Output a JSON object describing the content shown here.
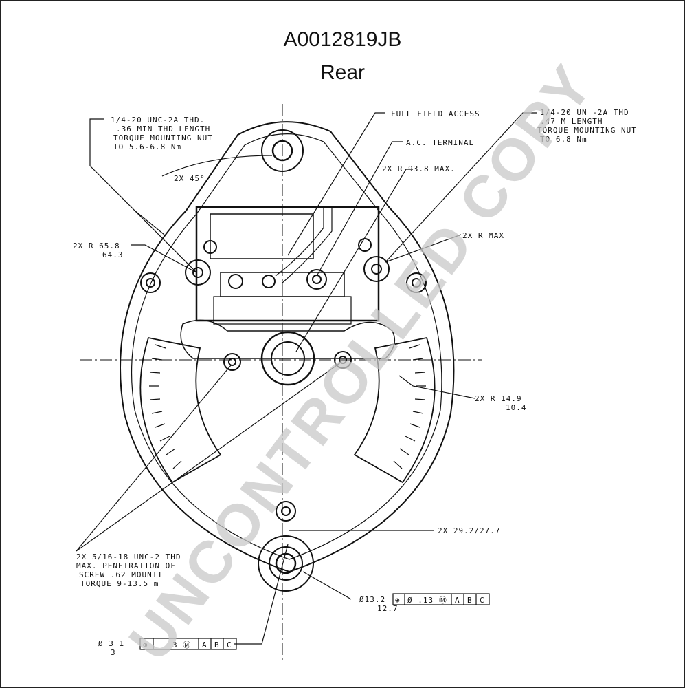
{
  "header": {
    "part_number": "A0012819JB",
    "view": "Rear"
  },
  "labels": {
    "full_field_access": "FULL FIELD ACCESS",
    "ac_terminal": "A.C. TERMINAL",
    "left_thread_1": "1/4-20 UNC-2A THD.",
    "left_thread_2": ".36 MIN THD LENGTH",
    "left_thread_3": "TORQUE MOUNTING NUT",
    "left_thread_4": "TO 5.6-6.8 Nm",
    "right_thread_1": "1/4-20 UN -2A THD",
    "right_thread_2": ".47 M    LENGTH",
    "right_thread_3": "TORQUE MOUNTING NUT",
    "right_thread_4": "TO      6.8 Nm",
    "angle": "2X 45°",
    "radius_max": "2X R 93.8 MAX.",
    "radius_right": "2X R      MAX",
    "radius_left_1": "2X R 65.8",
    "radius_left_2": "64.3",
    "radius_small_1": "2X R 14.9",
    "radius_small_2": "10.4",
    "slot": "2X 29.2/27.7",
    "screw_1": "2X 5/16-18 UNC-2  THD",
    "screw_2": "MAX. PENETRATION OF",
    "screw_3": "SCREW .62 MOUNTI",
    "screw_4": "TORQUE 9-13.5  m",
    "bore_1": "Ø13.2",
    "bore_2": "12.7",
    "bore_fcf": [
      "⊕",
      "Ø .13 Ⓜ",
      "A",
      "B",
      "C"
    ],
    "bottom_1": "Ø 3   1",
    "bottom_2": "3",
    "bottom_fcf": [
      "⊕",
      "3 Ⓜ",
      "A",
      "B",
      "C"
    ]
  },
  "watermark": "UNCONTROLLED COPY"
}
